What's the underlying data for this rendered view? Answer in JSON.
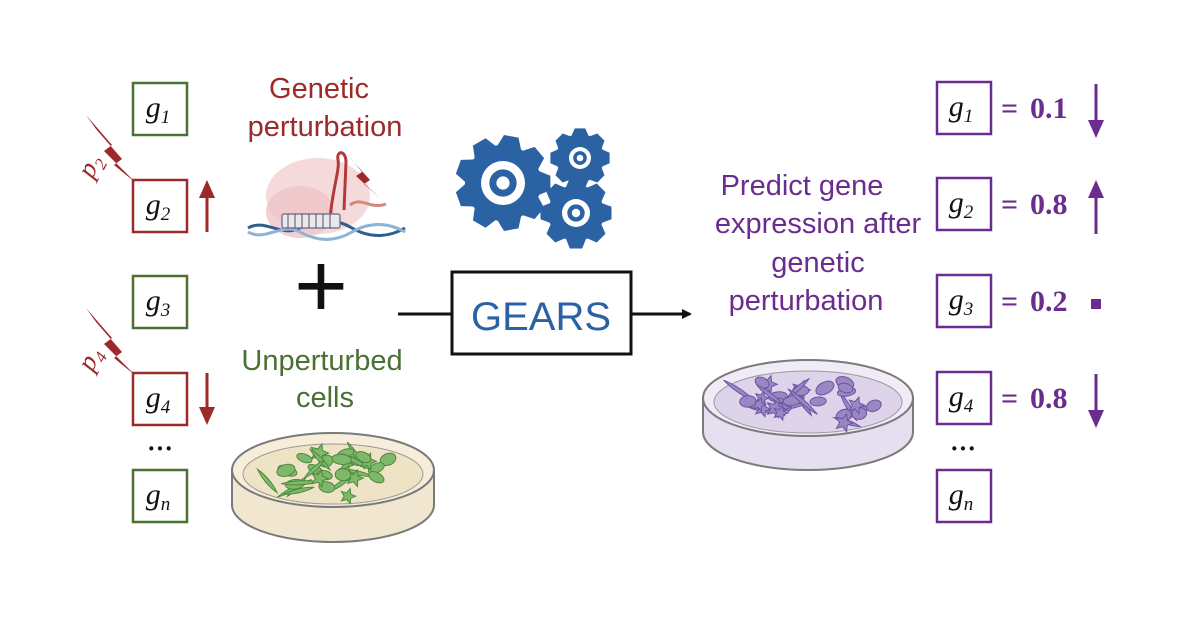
{
  "colors": {
    "red": "#9c2a2a",
    "green": "#4b7033",
    "purple": "#6a2d8f",
    "blue": "#2b62a3",
    "black": "#111111"
  },
  "input_genes": [
    {
      "base": "g",
      "sub": "1",
      "color": "green",
      "arrow": "none",
      "perturbation": null
    },
    {
      "base": "g",
      "sub": "2",
      "color": "red",
      "arrow": "up",
      "perturbation": {
        "base": "p",
        "sub": "2"
      }
    },
    {
      "base": "g",
      "sub": "3",
      "color": "green",
      "arrow": "none",
      "perturbation": null
    },
    {
      "base": "g",
      "sub": "4",
      "color": "red",
      "arrow": "down",
      "perturbation": {
        "base": "p",
        "sub": "4"
      }
    },
    {
      "base": "g",
      "sub": "n",
      "color": "green",
      "arrow": "none",
      "perturbation": null
    }
  ],
  "input_ellipsis": "···",
  "genetic_perturbation_label": [
    "Genetic",
    "perturbation"
  ],
  "plus_sign": "+",
  "unperturbed_label": [
    "Unperturbed",
    "cells"
  ],
  "model_name": "GEARS",
  "predict_label": [
    "Predict gene",
    "expression after",
    "genetic",
    "perturbation"
  ],
  "output_genes": [
    {
      "base": "g",
      "sub": "1",
      "equals": "=",
      "value": "0.1",
      "direction": "down"
    },
    {
      "base": "g",
      "sub": "2",
      "equals": "=",
      "value": "0.8",
      "direction": "up"
    },
    {
      "base": "g",
      "sub": "3",
      "equals": "=",
      "value": "0.2",
      "direction": "none"
    },
    {
      "base": "g",
      "sub": "4",
      "equals": "=",
      "value": "0.8",
      "direction": "down"
    },
    {
      "base": "g",
      "sub": "n",
      "equals": "",
      "value": "",
      "direction": "none"
    }
  ],
  "output_ellipsis": "···"
}
